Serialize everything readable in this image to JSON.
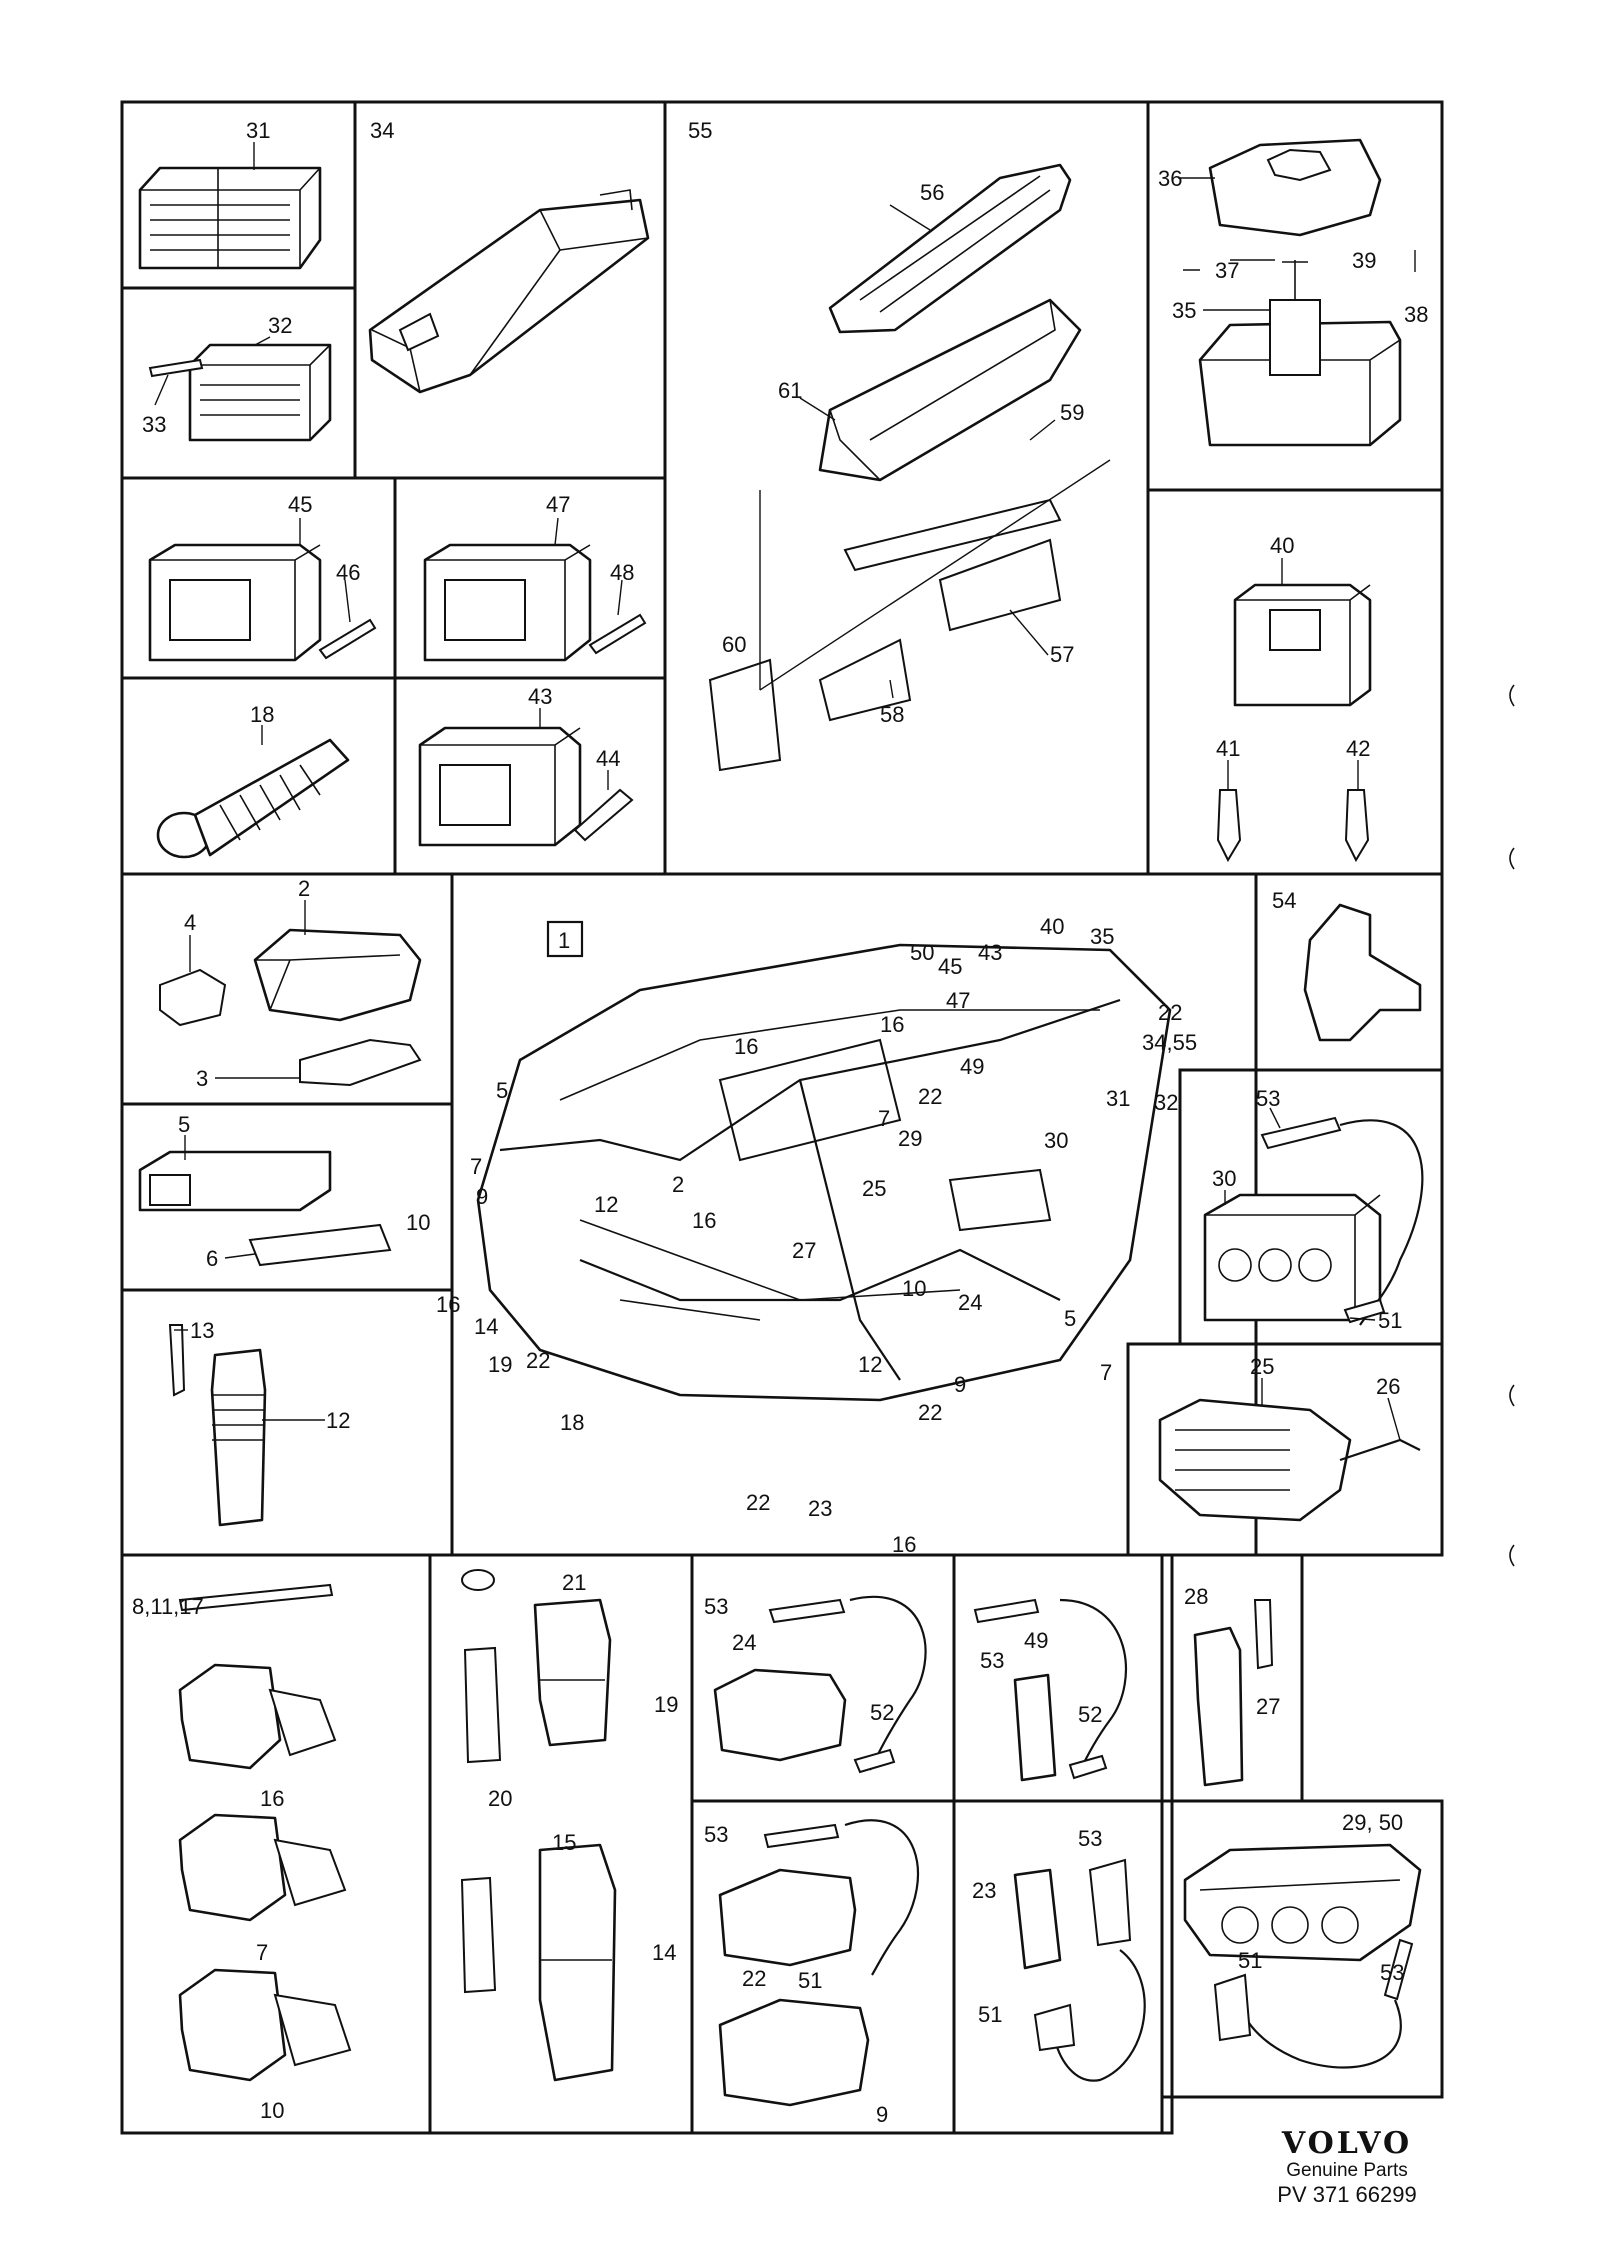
{
  "callouts": {
    "c31": "31",
    "c34": "34",
    "c55": "55",
    "c32": "32",
    "c33": "33",
    "c56": "56",
    "c61": "61",
    "c59": "59",
    "c57": "57",
    "c58": "58",
    "c60": "60",
    "c36": "36",
    "c37": "37",
    "c39": "39",
    "c38": "38",
    "c35": "35",
    "c45": "45",
    "c46": "46",
    "c47": "47",
    "c48": "48",
    "c18": "18",
    "c43": "43",
    "c44": "44",
    "c40": "40",
    "c41": "41",
    "c42": "42",
    "c4": "4",
    "c2": "2",
    "c3": "3",
    "c5": "5",
    "c6": "6",
    "c13": "13",
    "c12": "12",
    "c54": "54",
    "c53": "53",
    "c30": "30",
    "c51": "51",
    "c25": "25",
    "c26": "26",
    "main": {
      "box": "1",
      "l50": "50",
      "l45": "45",
      "l43": "43",
      "l40": "40",
      "l35": "35",
      "l47": "47",
      "l22a": "22",
      "l3455": "34,55",
      "l31": "31",
      "l32": "32",
      "l16a": "16",
      "l16b": "16",
      "l7a": "7",
      "l49": "49",
      "l22b": "22",
      "l29": "29",
      "l30": "30",
      "l25": "25",
      "l5a": "5",
      "l7b": "7",
      "l9a": "9",
      "l10a": "10",
      "l12a": "12",
      "l16c": "16",
      "l2": "2",
      "l16d": "16",
      "l14": "14",
      "l19": "19",
      "l22c": "22",
      "l18": "18",
      "l27": "27",
      "l10b": "10",
      "l24": "24",
      "l5b": "5",
      "l12b": "12",
      "l9b": "9",
      "l22d": "22",
      "l7c": "7",
      "l22e": "22",
      "l23": "23",
      "l16e": "16"
    },
    "b8": "8,11,17",
    "b16": "16",
    "b7": "7",
    "b10": "10",
    "b21": "21",
    "b19": "19",
    "b20": "20",
    "b15": "15",
    "b14": "14",
    "b53a": "53",
    "b24": "24",
    "b52a": "52",
    "b53b": "53",
    "b49": "49",
    "b52b": "52",
    "b28": "28",
    "b27": "27",
    "b53c": "53",
    "b22": "22",
    "b51a": "51",
    "b9": "9",
    "b53d": "53",
    "b23": "23",
    "b51b": "51",
    "b2950": "29, 50",
    "b51c": "51",
    "b53e": "53"
  },
  "brand": {
    "logo": "VOLVO",
    "subtitle": "Genuine Parts",
    "code": "PV 371 66299"
  }
}
